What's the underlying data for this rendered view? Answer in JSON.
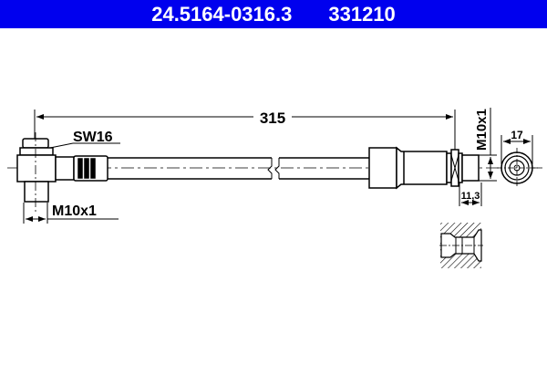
{
  "header": {
    "part_number": "24.5164-0316.3",
    "ref_number": "331210",
    "background": "#0000ee"
  },
  "drawing": {
    "length_dim": "315",
    "wrench_size": "SW16",
    "left_thread": "M10x1",
    "right_thread": "M10x1",
    "right_fitting_length": "11,3",
    "end_view_dim": "17"
  }
}
